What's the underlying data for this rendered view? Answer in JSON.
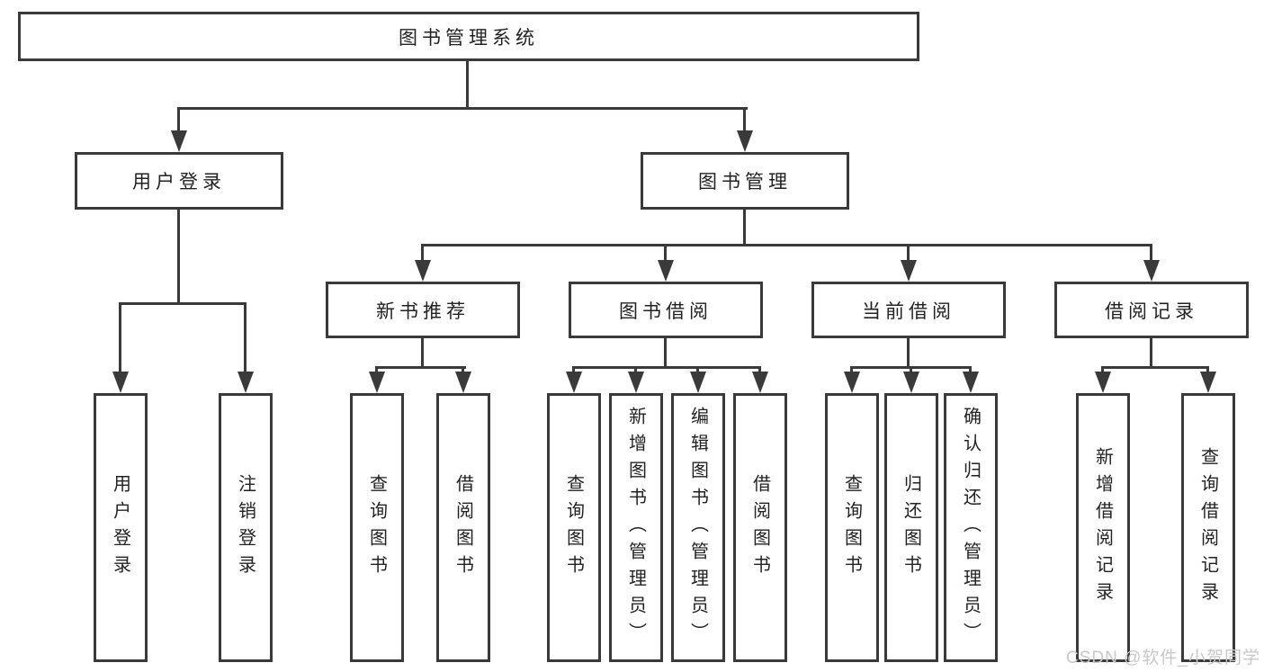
{
  "diagram": {
    "root": {
      "label": "图书管理系统"
    },
    "branches": [
      {
        "label": "用户登录",
        "children": [
          {
            "label": "用户登录"
          },
          {
            "label": "注销登录"
          }
        ]
      },
      {
        "label": "图书管理",
        "children": [
          {
            "label": "新书推荐",
            "children": [
              {
                "label": "查询图书"
              },
              {
                "label": "借阅图书"
              }
            ]
          },
          {
            "label": "图书借阅",
            "children": [
              {
                "label": "查询图书"
              },
              {
                "label": "新增图书（管理员）"
              },
              {
                "label": "编辑图书（管理员）"
              },
              {
                "label": "借阅图书"
              }
            ]
          },
          {
            "label": "当前借阅",
            "children": [
              {
                "label": "查询图书"
              },
              {
                "label": "归还图书"
              },
              {
                "label": "确认归还（管理员）"
              }
            ]
          },
          {
            "label": "借阅记录",
            "children": [
              {
                "label": "新增借阅记录"
              },
              {
                "label": "查询借阅记录"
              }
            ]
          }
        ]
      }
    ]
  },
  "watermark": {
    "text": "CSDN @软件_小贺同学"
  },
  "colors": {
    "line": "#3a3a3a",
    "text": "#222222",
    "watermark": "#c8c8c8",
    "background": "#ffffff"
  }
}
